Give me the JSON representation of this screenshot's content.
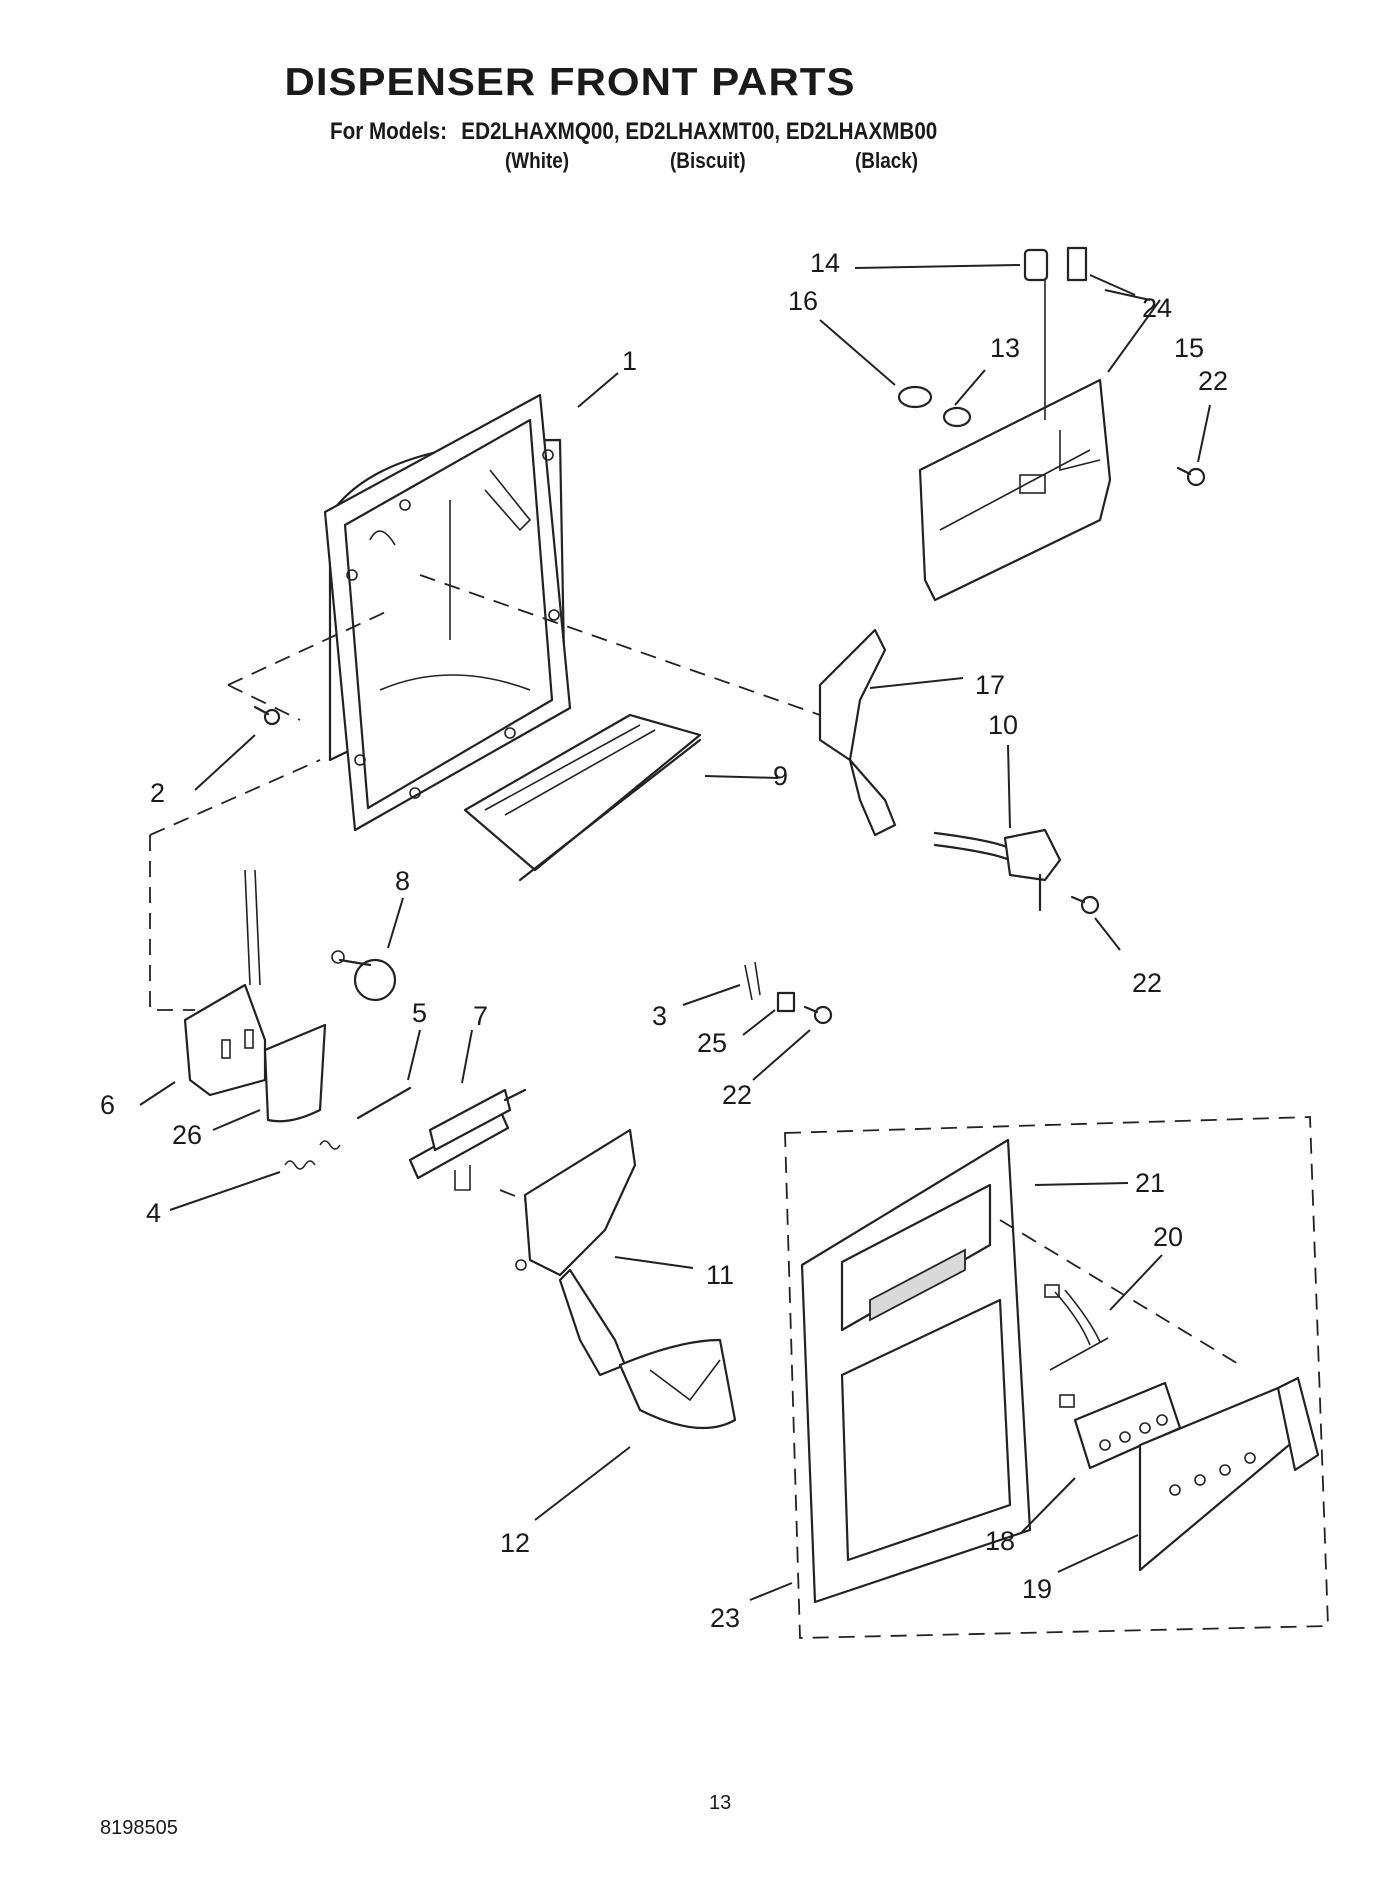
{
  "title": "DISPENSER FRONT PARTS",
  "models": {
    "label": "For Models:",
    "items": [
      {
        "code": "ED2LHAXMQ00,",
        "variant": "(White)"
      },
      {
        "code": "ED2LHAXMT00,",
        "variant": "(Biscuit)"
      },
      {
        "code": "ED2LHAXMB00",
        "variant": "(Black)"
      }
    ]
  },
  "callouts": {
    "c1": "1",
    "c2": "2",
    "c3": "3",
    "c4": "4",
    "c5": "5",
    "c6": "6",
    "c7": "7",
    "c8": "8",
    "c9": "9",
    "c10": "10",
    "c11": "11",
    "c12": "12",
    "c13": "13",
    "c14": "14",
    "c15": "15",
    "c16": "16",
    "c17": "17",
    "c18": "18",
    "c19": "19",
    "c20": "20",
    "c21": "21",
    "c22a": "22",
    "c22b": "22",
    "c22c": "22",
    "c23": "23",
    "c24": "24",
    "c25": "25",
    "c26": "26"
  },
  "footer": {
    "page_number": "13",
    "document_number": "8198505"
  }
}
